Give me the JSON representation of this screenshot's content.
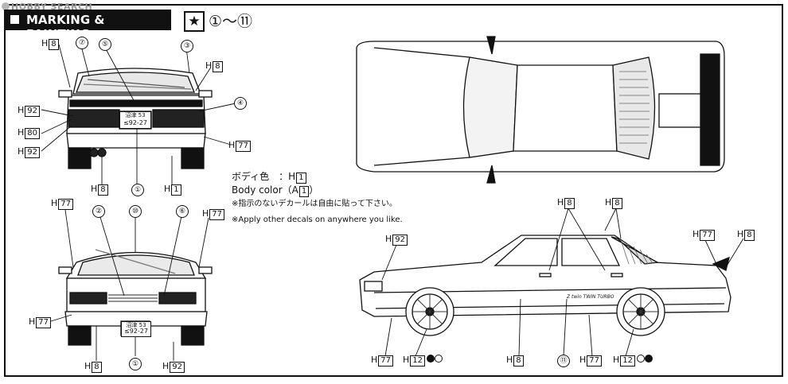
{
  "watermark": "HOBBY SEARCH",
  "header": {
    "title": "MARKING & PAINTING",
    "star": "★",
    "range": "①～⑪"
  },
  "colors": {
    "ink": "#111111",
    "paper": "#ffffff",
    "watermark": "#9a9a9a"
  },
  "plate": {
    "line1": "沼津 53",
    "line2": "≤92-27"
  },
  "notes": {
    "body_color_jp": "ボディ色　：H",
    "body_color_jp_code": "1",
    "body_color_en": "Body color（A",
    "body_color_en_code": "1",
    "body_color_en_close": "）",
    "decal_note_jp": "※指示のないデカールは自由に貼って下さい。",
    "decal_note_en": "※Apply other decals on anywhere you like."
  },
  "callouts": {
    "rear_h8_left": "8",
    "rear_7": "7",
    "rear_5": "5",
    "rear_3": "3",
    "rear_h8_right": "8",
    "rear_h92_a": "92",
    "rear_4": "4",
    "rear_h80": "80",
    "rear_h92_b": "92",
    "rear_h77": "77",
    "rear_h8_bottom": "8",
    "rear_1": "1",
    "rear_h1": "1",
    "front_h77_left": "77",
    "front_2": "2",
    "front_10": "10",
    "front_6": "6",
    "front_h77_right": "77",
    "front_h77_bottom": "77",
    "front_h8": "8",
    "front_1": "1",
    "front_h92": "92",
    "side_h92": "92",
    "side_h8_a": "8",
    "side_h8_b": "8",
    "side_h77": "77",
    "side_h8_right": "8",
    "side_h77_bottom": "77",
    "side_h12_a": "12",
    "side_h8_bottom": "8",
    "side_11": "11",
    "side_h77_b": "77",
    "side_h12_b": "12"
  },
  "prefix_h": "H",
  "circled": {
    "c1": "①",
    "c2": "②",
    "c3": "③",
    "c4": "④",
    "c5": "⑤",
    "c6": "⑥",
    "c7": "⑦",
    "c10": "⑩",
    "c11": "⑪"
  },
  "side_stripe_text": "Z twin TWIN TURBO"
}
